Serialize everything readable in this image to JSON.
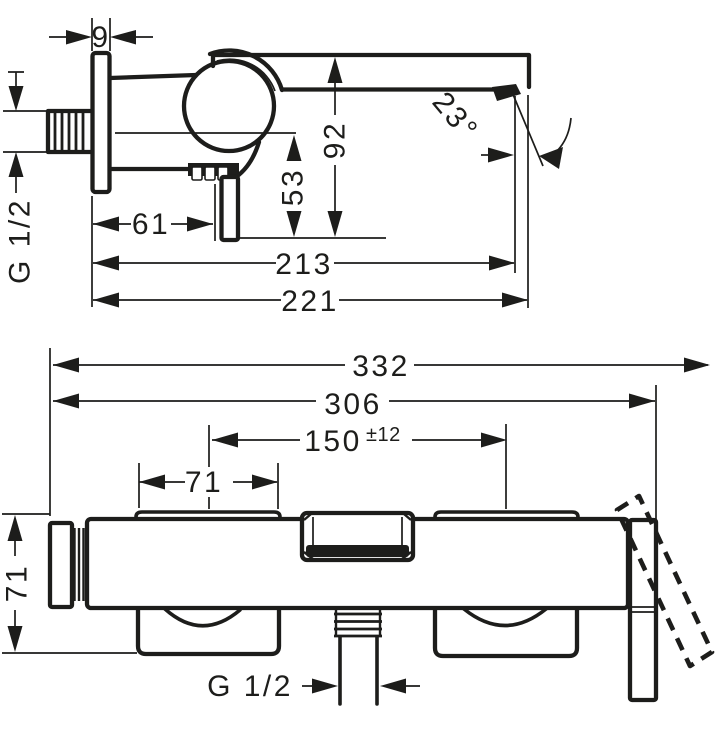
{
  "drawing": {
    "type": "technical-dimensional-drawing",
    "subject": "wall-mounted single-lever bath mixer",
    "colors": {
      "line": "#1d1d1b",
      "background": "#ffffff"
    }
  },
  "side_view": {
    "dims": {
      "plate_depth": "9",
      "thread": "G 1/2",
      "spout_drop": "92",
      "lever_drop": "53",
      "lever_depth": "61",
      "spout_tip_depth": "213",
      "total_depth": "221",
      "spout_angle": "23°"
    }
  },
  "front_view": {
    "dims": {
      "total_width": "332",
      "body_width": "306",
      "connection_spacing": "150",
      "connection_tolerance": "±12",
      "union_width": "71",
      "body_height": "71",
      "outlet_thread": "G 1/2"
    }
  }
}
